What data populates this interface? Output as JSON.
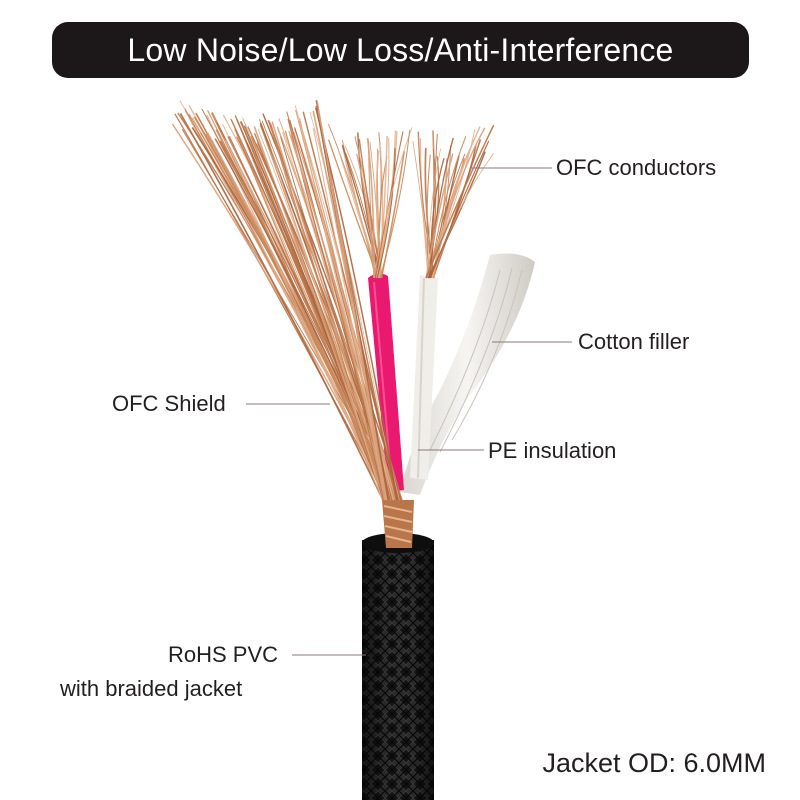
{
  "header": {
    "title": "Low Noise/Low Loss/Anti-Interference"
  },
  "labels": {
    "ofc_conductors": "OFC conductors",
    "cotton_filler": "Cotton filler",
    "ofc_shield": "OFC Shield",
    "pe_insulation": "PE insulation",
    "jacket_line1": "RoHS PVC",
    "jacket_line2": "with braided jacket"
  },
  "footer": {
    "jacket_od": "Jacket OD: 6.0MM"
  },
  "colors": {
    "banner": "#1c1718",
    "copper": "#c98a5c",
    "pink_insulation": "#e8196f",
    "white_insulation": "#f2f0ec",
    "jacket": "#1a1a1a",
    "leader_line": "#8a7a78"
  }
}
